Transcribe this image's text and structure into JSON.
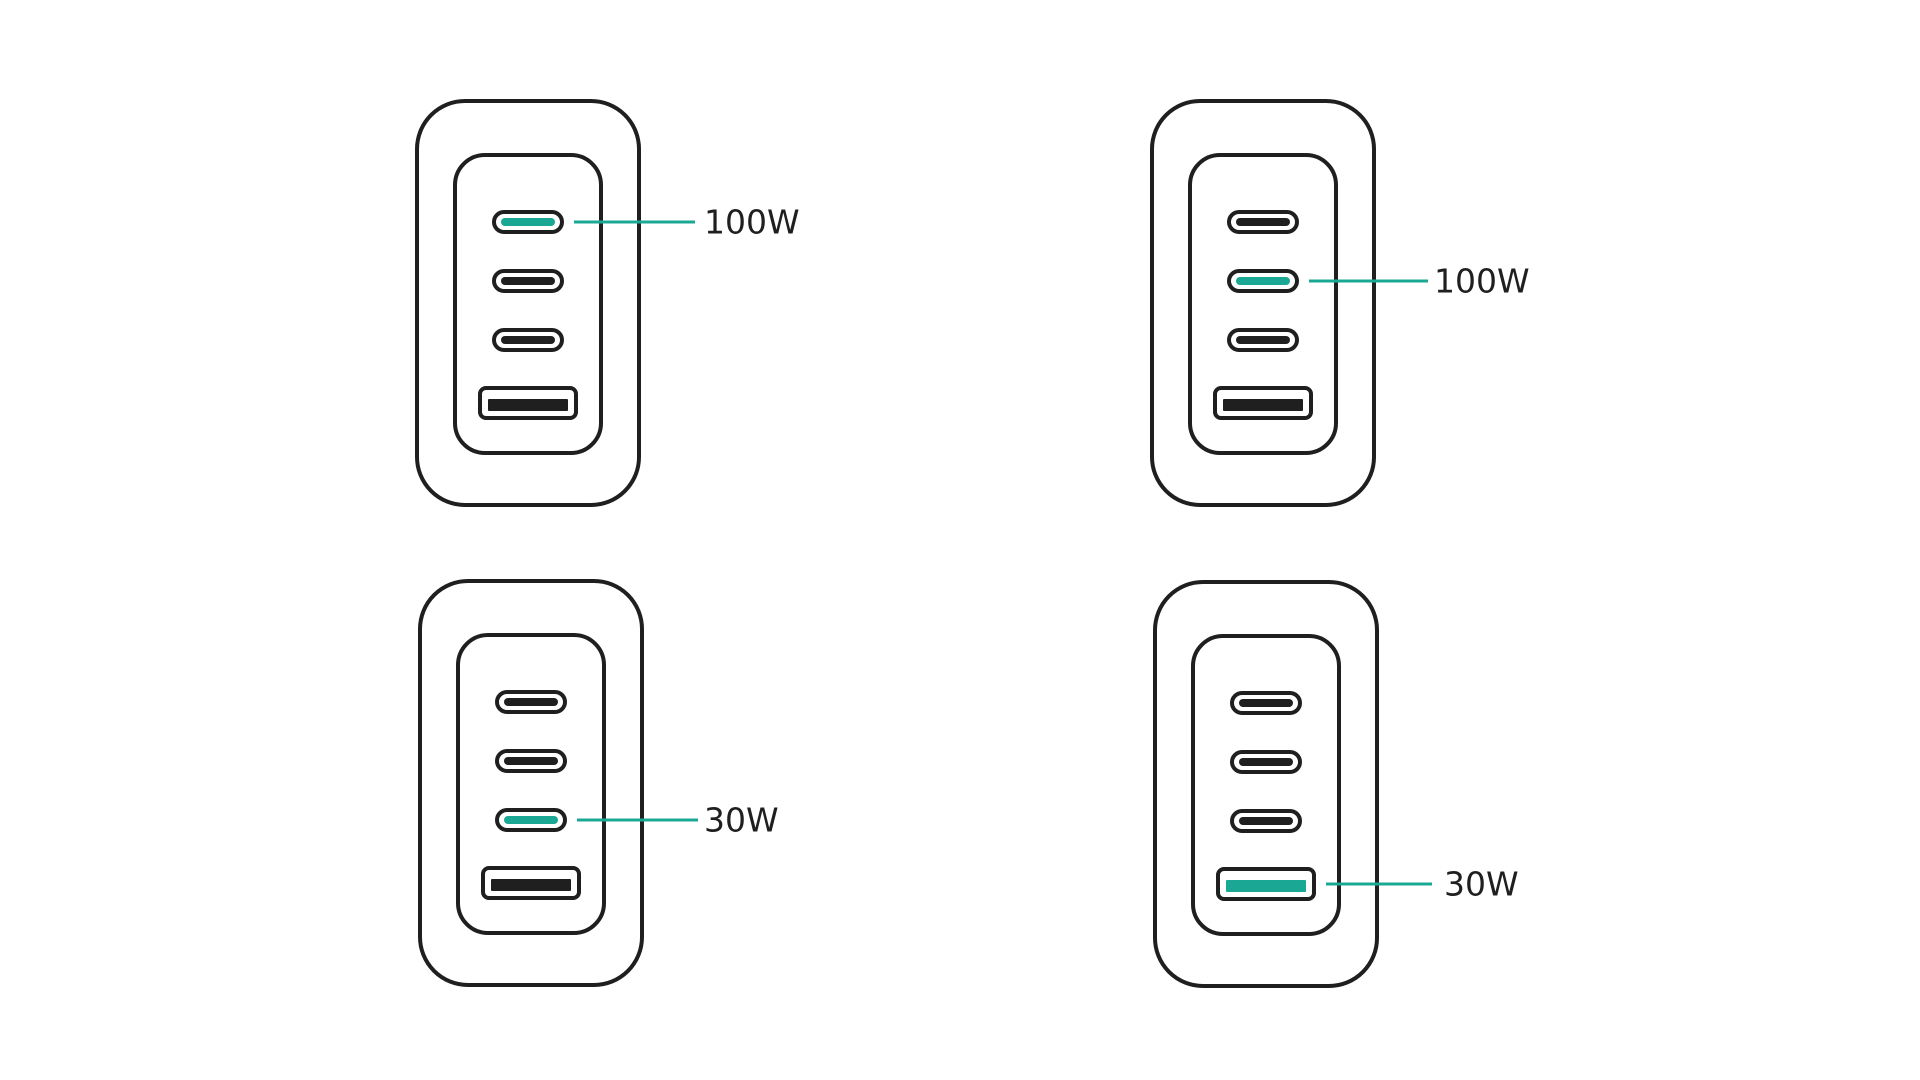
{
  "colors": {
    "outline": "#1f1f1f",
    "active_port": "#1aa894",
    "background": "#ffffff"
  },
  "chargers": [
    {
      "ports": [
        {
          "type": "usb-c",
          "active": true
        },
        {
          "type": "usb-c",
          "active": false
        },
        {
          "type": "usb-c",
          "active": false
        },
        {
          "type": "usb-a",
          "active": false
        }
      ],
      "active_port_index": 0,
      "label": "100W"
    },
    {
      "ports": [
        {
          "type": "usb-c",
          "active": false
        },
        {
          "type": "usb-c",
          "active": true
        },
        {
          "type": "usb-c",
          "active": false
        },
        {
          "type": "usb-a",
          "active": false
        }
      ],
      "active_port_index": 1,
      "label": "100W"
    },
    {
      "ports": [
        {
          "type": "usb-c",
          "active": false
        },
        {
          "type": "usb-c",
          "active": false
        },
        {
          "type": "usb-c",
          "active": true
        },
        {
          "type": "usb-a",
          "active": false
        }
      ],
      "active_port_index": 2,
      "label": "30W"
    },
    {
      "ports": [
        {
          "type": "usb-c",
          "active": false
        },
        {
          "type": "usb-c",
          "active": false
        },
        {
          "type": "usb-c",
          "active": false
        },
        {
          "type": "usb-a",
          "active": true
        }
      ],
      "active_port_index": 3,
      "label": "30W"
    }
  ]
}
